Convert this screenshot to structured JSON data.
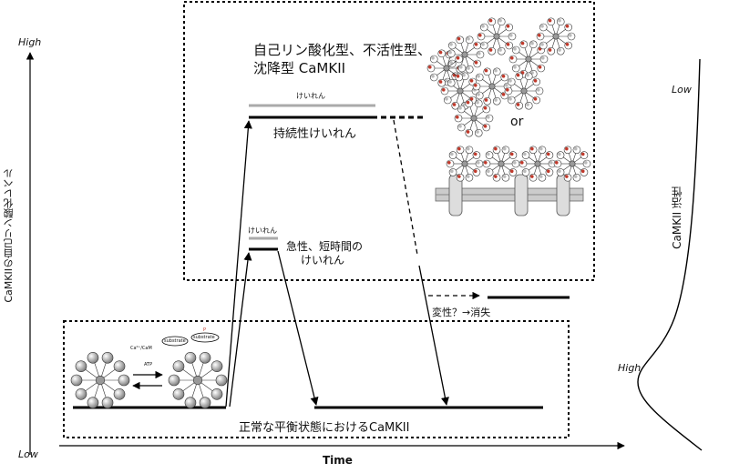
{
  "axes": {
    "y_label": "CaMKIIの自己リン酸化レベル",
    "y_high": "High",
    "y_low": "Low",
    "x_label": "Time"
  },
  "activity_curve": {
    "label": "CaMKII 活性",
    "low": "Low",
    "high": "High"
  },
  "top_box": {
    "title_line1": "自己リン酸化型、不活性型、",
    "title_line2": "沈降型 CaMKII",
    "or_label": "or"
  },
  "sustained": {
    "seizure_label": "けいれん",
    "state_label": "持続性けいれん"
  },
  "acute": {
    "seizure_label": "けいれん",
    "state_line1": "急性、短時間の",
    "state_line2": "けいれん"
  },
  "degeneration": {
    "label": "変性？→消失"
  },
  "baseline": {
    "label": "正常な平衡状態におけるCaMKII",
    "ca_cam": "Ca²⁺/CaM",
    "atp": "ATP",
    "substrate1": "substrate",
    "substrate2": "substrate",
    "phospho": "P"
  },
  "colors": {
    "line": "#000000",
    "seizure_gray": "#aaaaaa",
    "green": "#2f7a5a",
    "red": "#c0392b"
  }
}
